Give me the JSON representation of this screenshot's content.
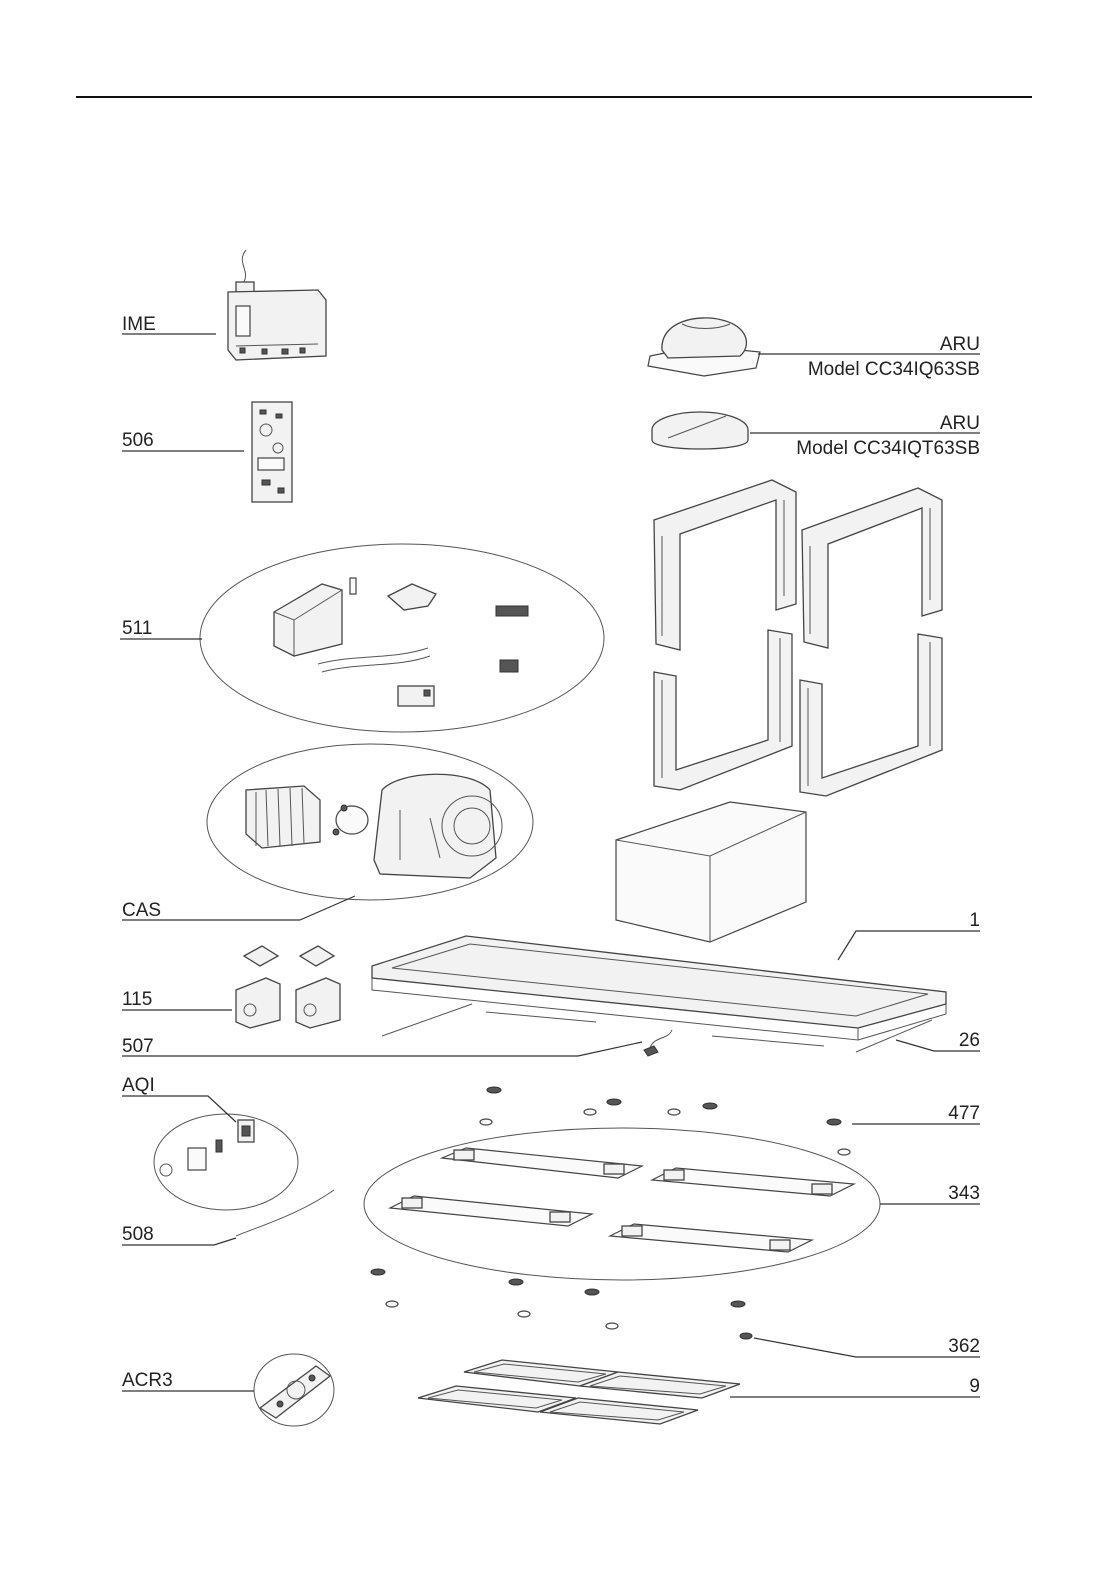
{
  "labels": {
    "ime": "IME",
    "p506": "506",
    "p511": "511",
    "cas": "CAS",
    "p115": "115",
    "p507": "507",
    "aqi": "AQI",
    "p508": "508",
    "acr3": "ACR3",
    "aru_1": "ARU",
    "aru_1_model": "Model CC34IQ63SB",
    "aru_2": "ARU",
    "aru_2_model": "Model CC34IQT63SB",
    "p1": "1",
    "p26": "26",
    "p477": "477",
    "p343": "343",
    "p362": "362",
    "p9": "9"
  }
}
